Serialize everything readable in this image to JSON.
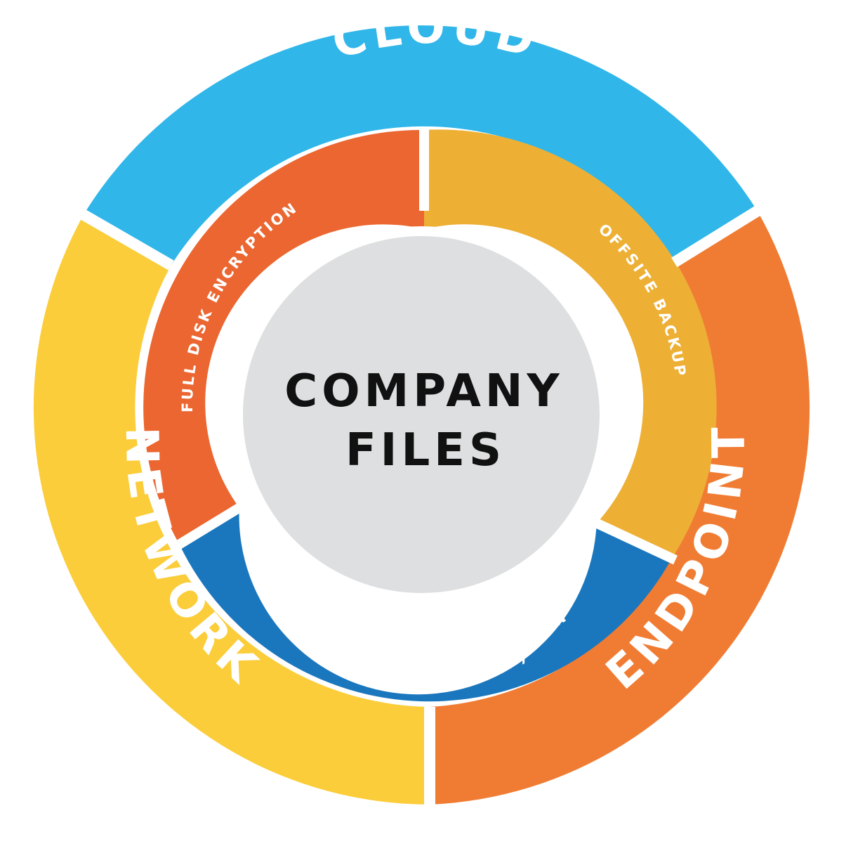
{
  "outer_ring": {
    "cloud": {
      "label": "CLOUD",
      "color": "#30B6E9"
    },
    "endpoint": {
      "label": "ENDPOINT",
      "color": "#F07C33"
    },
    "network": {
      "label": "NETWORK",
      "color": "#FBCD3A"
    }
  },
  "inner_ring": {
    "full_disk": {
      "label": "FULL DISK ENCRYPTION",
      "color": "#EB6630"
    },
    "offsite_backup": {
      "label": "OFFSITE BACKUP",
      "color": "#EDB035"
    },
    "file_folder": {
      "line1": "FILE & FOLDER ENCRYPTION",
      "line2": "(SMARTENCRYPT™)",
      "color": "#1B77BD"
    }
  },
  "center": {
    "line1": "COMPANY",
    "line2": "FILES",
    "color": "#DDDFE0"
  },
  "separator_color": "#ffffff"
}
